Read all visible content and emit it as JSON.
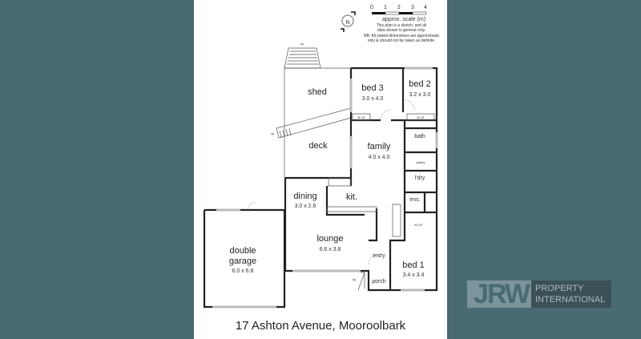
{
  "scale": {
    "ticks": [
      "0",
      "1",
      "2",
      "3",
      "4"
    ],
    "label": "approx. scale (m)"
  },
  "notes": [
    "This plan is a sketch, and all",
    "data shown is general only.",
    "NB: All stated dimensions are approximate",
    "only & should not be taken as definite."
  ],
  "compass": "N",
  "rooms": {
    "shed": {
      "name": "shed"
    },
    "deck": {
      "name": "deck"
    },
    "bed3": {
      "name": "bed 3",
      "dims": "3.0 x 4.0"
    },
    "bed2": {
      "name": "bed 2",
      "dims": "3.2 x 3.0"
    },
    "family": {
      "name": "family",
      "dims": "4.0 x 4.0"
    },
    "dining": {
      "name": "dining",
      "dims": "3.0 x 2.6"
    },
    "kitchen": {
      "name": "kit."
    },
    "lounge": {
      "name": "lounge",
      "dims": "6.6 x 3.8"
    },
    "garage": {
      "name": "double garage",
      "line1": "double",
      "line2": "garage",
      "dims": "6.0 x 6.8"
    },
    "bed1": {
      "name": "bed 1",
      "dims": "3.4 x 3.4"
    },
    "bath": {
      "name": "bath"
    },
    "pantry": {
      "name": "pantry"
    },
    "laundry": {
      "name": "l'dry"
    },
    "ensuite": {
      "name": "ens."
    },
    "wir": {
      "name": "W.I.R"
    },
    "entry": {
      "name": "entry"
    },
    "porch": {
      "name": "porch"
    },
    "bir": "B.I.R",
    "up": "up"
  },
  "address": "17 Ashton Avenue, Mooroolbark",
  "logo": {
    "mark": "JRW",
    "line1": "PROPERTY",
    "line2": "INTERNATIONAL"
  }
}
